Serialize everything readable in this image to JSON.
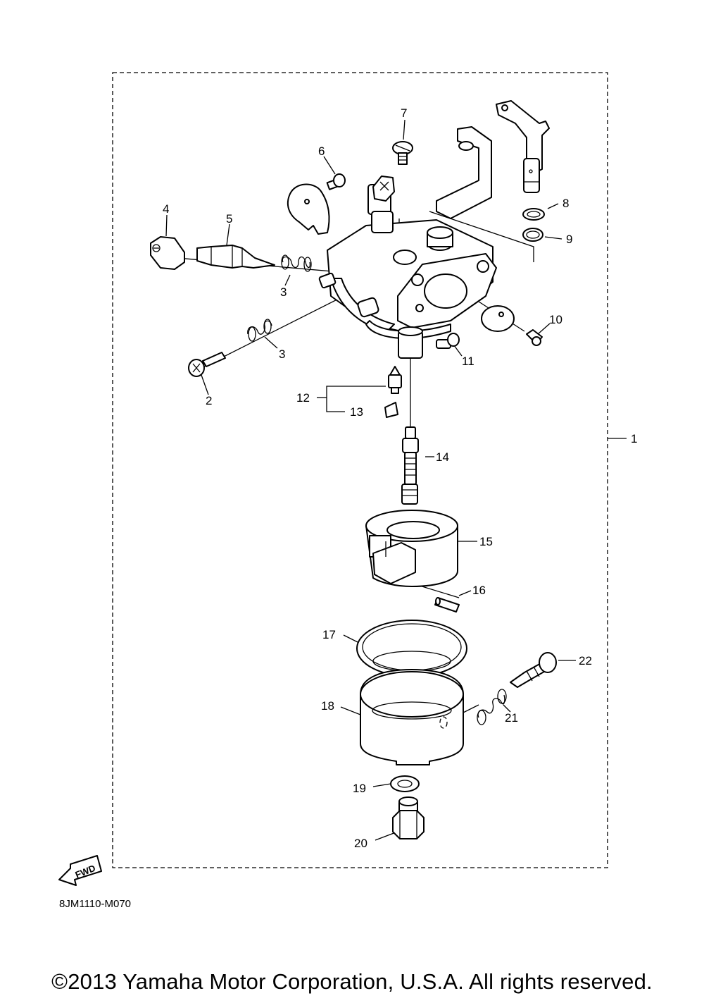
{
  "diagram": {
    "parts": [
      {
        "num": "1"
      },
      {
        "num": "2"
      },
      {
        "num": "3"
      },
      {
        "num": "3"
      },
      {
        "num": "4"
      },
      {
        "num": "5"
      },
      {
        "num": "6"
      },
      {
        "num": "7"
      },
      {
        "num": "8"
      },
      {
        "num": "9"
      },
      {
        "num": "10"
      },
      {
        "num": "11"
      },
      {
        "num": "12"
      },
      {
        "num": "13"
      },
      {
        "num": "14"
      },
      {
        "num": "15"
      },
      {
        "num": "16"
      },
      {
        "num": "17"
      },
      {
        "num": "18"
      },
      {
        "num": "19"
      },
      {
        "num": "20"
      },
      {
        "num": "21"
      },
      {
        "num": "22"
      }
    ],
    "fwd_label": "FWD",
    "diagram_code": "8JM1110-M070"
  },
  "footer": {
    "copyright": "©2013 Yamaha Motor Corporation, U.S.A. All rights reserved."
  }
}
